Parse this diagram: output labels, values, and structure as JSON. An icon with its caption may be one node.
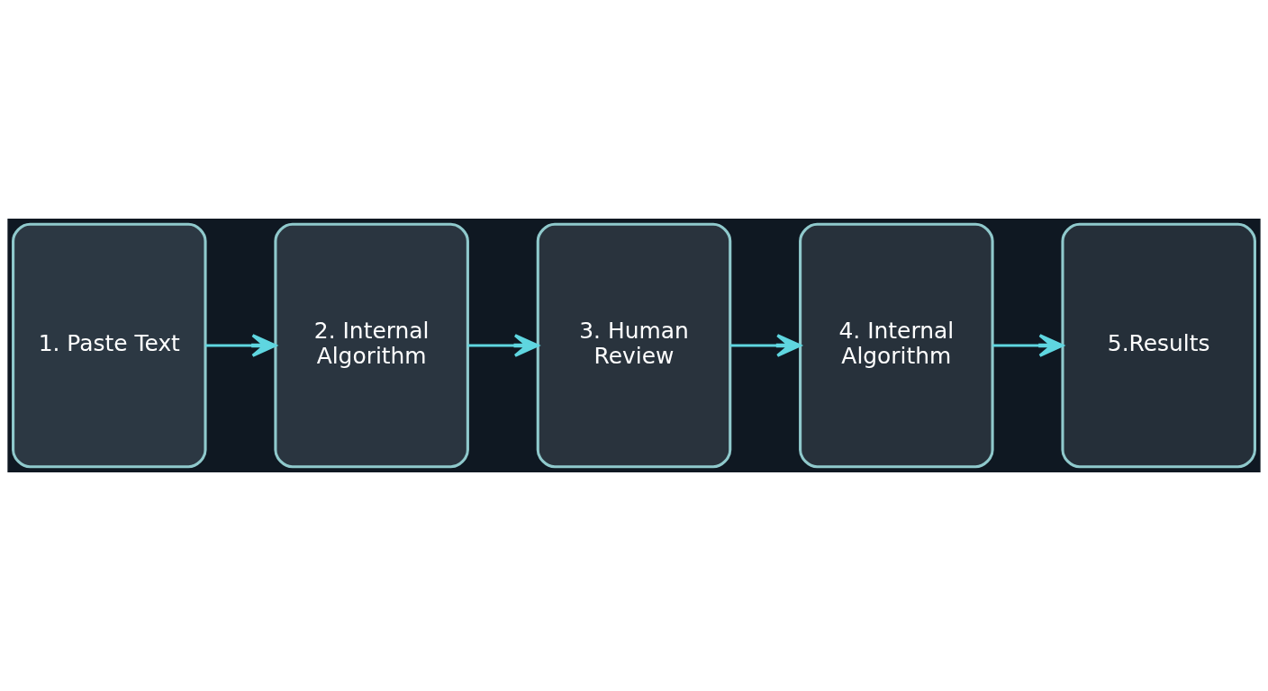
{
  "diagram": {
    "nodes": [
      {
        "text": [
          "1. Paste Text"
        ]
      },
      {
        "text": [
          "2. Internal Algorithm"
        ]
      },
      {
        "text": [
          "3. Human Review"
        ]
      },
      {
        "text": [
          "4. Internal Algorithm"
        ]
      },
      {
        "text": [
          "5.Results"
        ]
      }
    ],
    "edges": [
      {
        "from": 0,
        "to": 1,
        "arrow": "to"
      },
      {
        "from": 1,
        "to": 2,
        "arrow": "to"
      },
      {
        "from": 2,
        "to": 3,
        "arrow": "to"
      },
      {
        "from": 3,
        "to": 4,
        "arrow": "to"
      }
    ]
  }
}
